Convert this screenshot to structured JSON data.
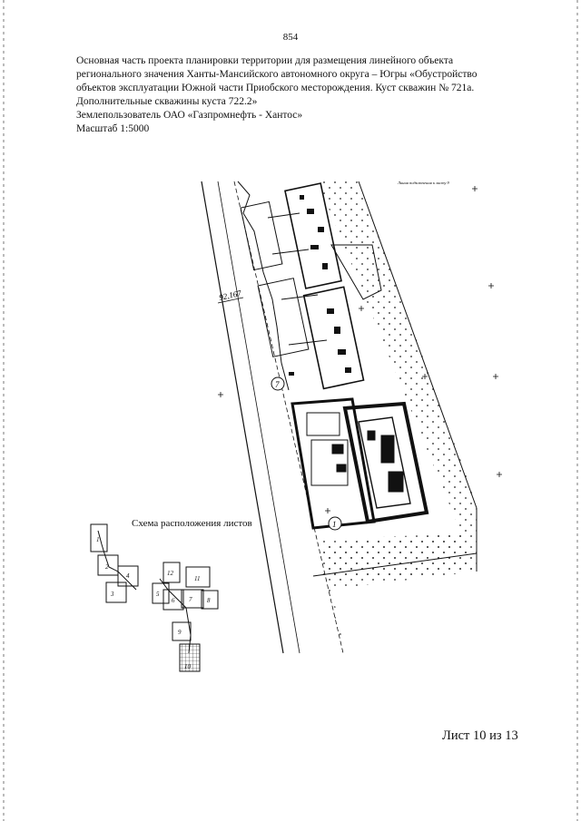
{
  "page_number": "854",
  "header": {
    "line1": "Основная часть проекта планировки территории для размещения линейного объекта",
    "line2": "регионального значения Ханты-Мансийского автономного округа – Югры «Обустройство",
    "line3": "объектов эксплуатации Южной части Приобского месторождения. Куст скважин № 721а.",
    "line4": "Дополнительные скважины куста 722.2»",
    "land_user": "Землепользователь ОАО «Газпромнефть - Хантос»",
    "scale": "Масштаб 1:5000"
  },
  "map": {
    "elevation_label": "92,167",
    "callout_7": "7",
    "callout_1": "1",
    "top_note": "Линия подключения к листу 9"
  },
  "schema": {
    "title": "Схема расположения листов",
    "sheets": [
      "1",
      "2",
      "3",
      "4",
      "5",
      "6",
      "7",
      "8",
      "9",
      "10",
      "11",
      "12"
    ]
  },
  "footer": {
    "sheet_label": "Лист 10 из 13"
  }
}
